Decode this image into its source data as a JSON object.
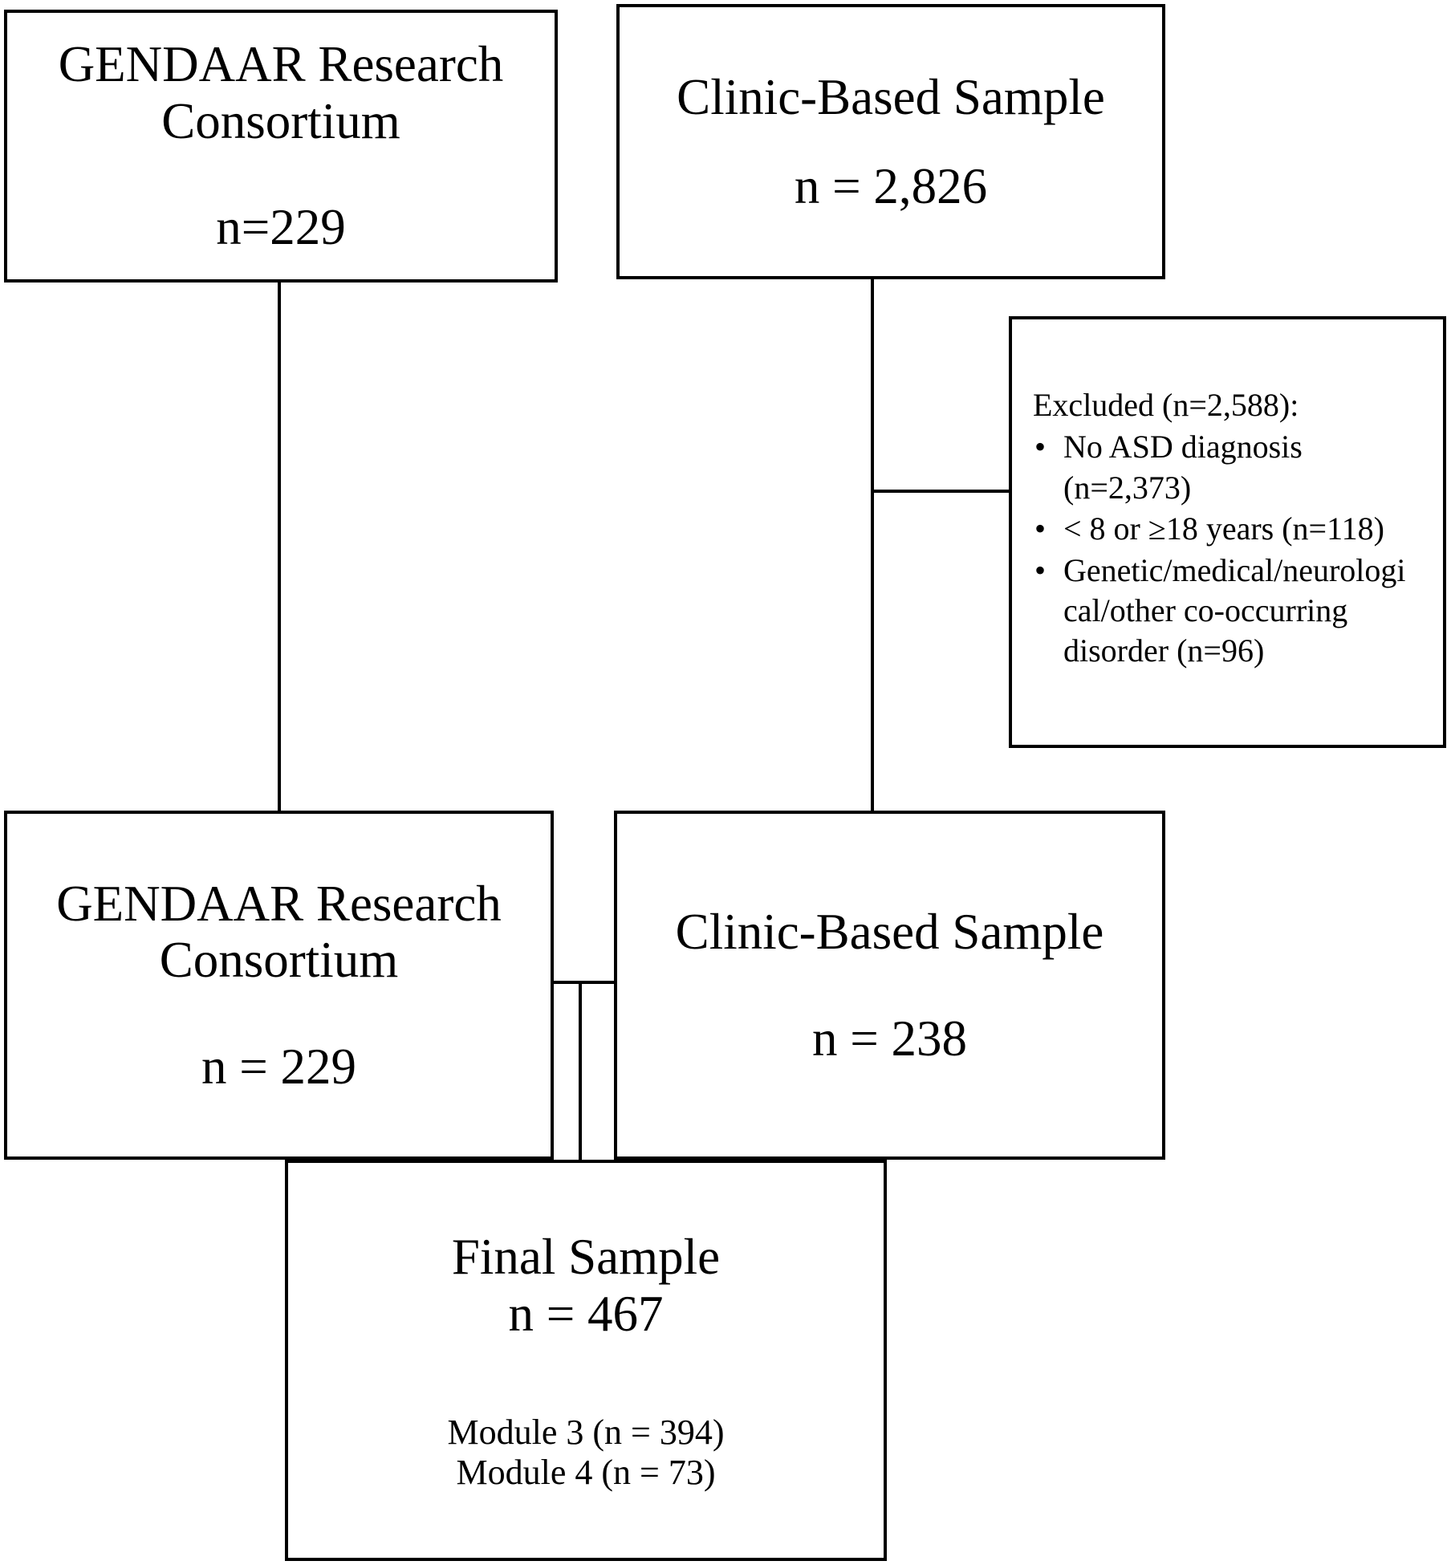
{
  "diagram": {
    "title": "Participant flow diagram",
    "type": "flowchart",
    "stroke_color": "#000000",
    "background_color": "#ffffff",
    "nodes": {
      "gendaar_top": {
        "name": "GENDAAR Research Consortium (source)",
        "line1": "GENDAAR Research",
        "line2": "Consortium",
        "count_label": "n=229",
        "count_value": 229
      },
      "clinic_top": {
        "name": "Clinic-Based Sample (source)",
        "line1": "Clinic-Based Sample",
        "count_label": "n = 2,826",
        "count_value": 2826
      },
      "excluded": {
        "name": "Exclusions applied to clinic-based sample",
        "title": "Excluded (n=2,588):",
        "total_excluded": 2588,
        "bullet_glyph": "•",
        "items": [
          {
            "text_line1": "No ASD diagnosis",
            "text_line2": "(n=2,373)",
            "count": 2373
          },
          {
            "text_line1": "< 8 or ≥18 years (n=118)",
            "text_line2": "",
            "count": 118
          },
          {
            "text_line1": "Genetic/medical/neurologi",
            "text_line2": "cal/other co-occurring",
            "text_line3": "disorder (n=96)",
            "count": 96
          }
        ]
      },
      "gendaar_mid": {
        "name": "GENDAAR Research Consortium (retained)",
        "line1": "GENDAAR Research",
        "line2": "Consortium",
        "count_label": "n = 229",
        "count_value": 229
      },
      "clinic_mid": {
        "name": "Clinic-Based Sample (retained)",
        "line1": "Clinic-Based Sample",
        "count_label": "n = 238",
        "count_value": 238
      },
      "final": {
        "name": "Final combined sample",
        "line1": "Final Sample",
        "count_label": "n = 467",
        "count_value": 467,
        "detail1": "Module 3 (n = 394)",
        "detail2": "Module 4 (n = 73)",
        "module3_n": 394,
        "module4_n": 73
      }
    }
  }
}
